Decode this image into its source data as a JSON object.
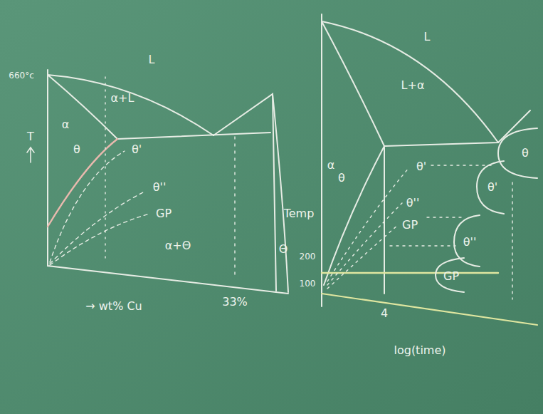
{
  "diagram": {
    "labels": [
      "L",
      "660°c",
      "α+L",
      "α",
      "T",
      "θ",
      "θ'",
      "θ''",
      "GP",
      "α+Θ",
      "Θ",
      "→ wt% Cu",
      "33%",
      "L",
      "L+α",
      "α",
      "θ",
      "Temp",
      "200",
      "100",
      "4",
      "log(time)",
      "θ'",
      "θ''",
      "GP",
      "θ",
      "θ'",
      "θ''",
      "GP"
    ]
  }
}
